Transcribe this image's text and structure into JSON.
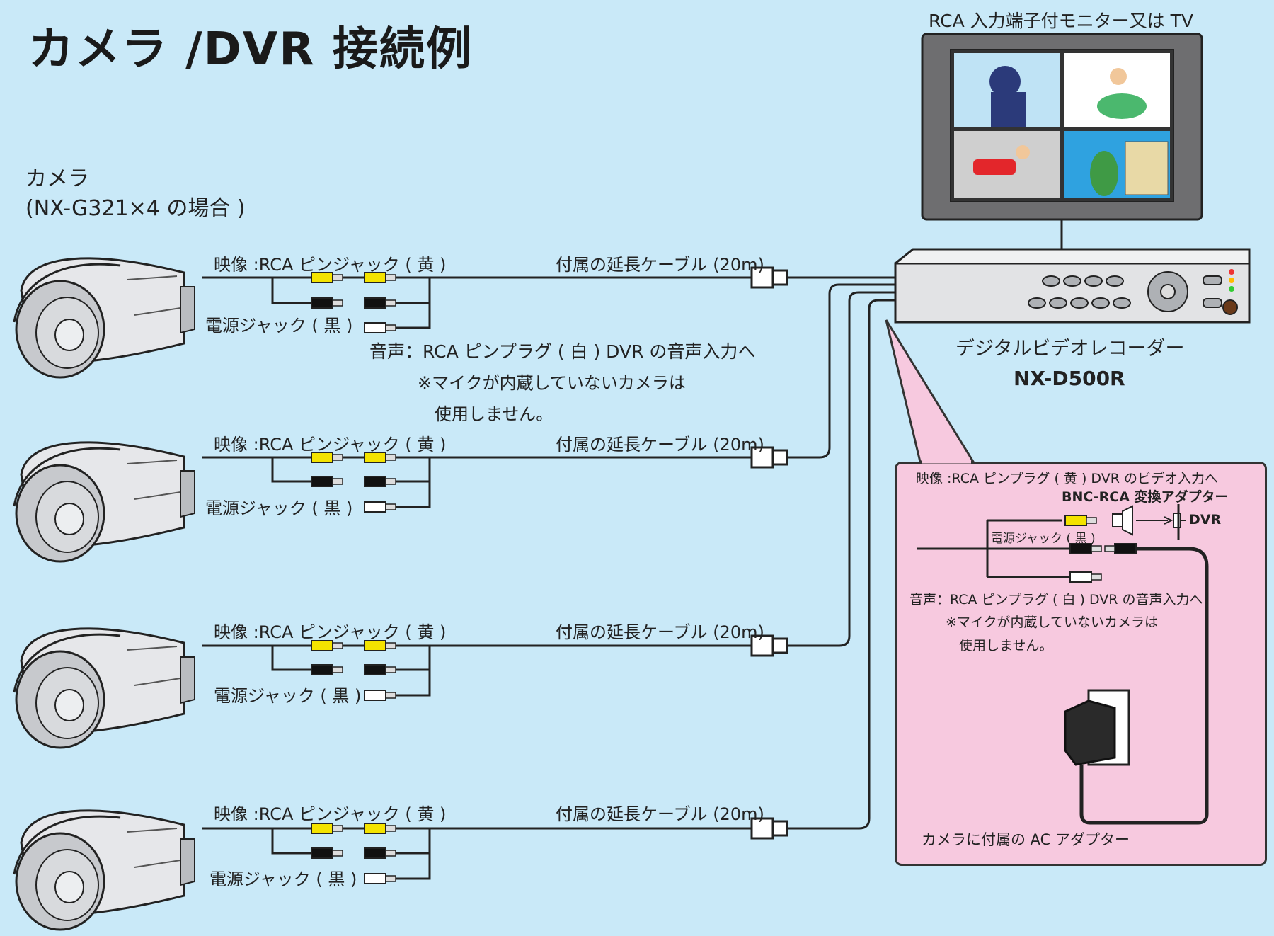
{
  "title": "カメラ /DVR 接続例",
  "camera_heading": {
    "line1": "カメラ",
    "line2": "(NX-G321×4 の場合 )"
  },
  "monitor": {
    "label": "RCA 入力端子付モニター又は TV"
  },
  "dvr": {
    "label": "デジタルビデオレコーダー",
    "model": "NX-D500R"
  },
  "cameras": [
    {
      "video_label": "映像 :RCA ピンジャック ( 黄 )",
      "power_label": "電源ジャック ( 黒 )",
      "cable_label": "付属の延長ケーブル (20m)"
    },
    {
      "video_label": "映像 :RCA ピンジャック ( 黄 )",
      "power_label": "電源ジャック ( 黒 )",
      "cable_label": "付属の延長ケーブル (20m)"
    },
    {
      "video_label": "映像 :RCA ピンジャック ( 黄 )",
      "power_label": "電源ジャック ( 黒 )",
      "cable_label": "付属の延長ケーブル (20m)"
    },
    {
      "video_label": "映像 :RCA ピンジャック ( 黄 )",
      "power_label": "電源ジャック ( 黒 )",
      "cable_label": "付属の延長ケーブル (20m)"
    }
  ],
  "audio_note": {
    "line1": "音声：RCA ピンプラグ ( 白 ) DVR の音声入力へ",
    "line2": "※マイクが内蔵していないカメラは",
    "line3": "使用しません。"
  },
  "inset": {
    "video_label": "映像 :RCA ピンプラグ ( 黄 ) DVR のビデオ入力へ",
    "adapter_label": "BNC-RCA 変換アダプター",
    "dvr_label": "DVR",
    "power_label": "電源ジャック ( 黒 )",
    "audio_line1": "音声：RCA ピンプラグ ( 白 ) DVR の音声入力へ",
    "audio_line2": "※マイクが内蔵していないカメラは",
    "audio_line3": "使用しません。",
    "ac_adapter_label": "カメラに付属の AC アダプター"
  },
  "colors": {
    "background": "#c9e9f8",
    "inset": "#f7c9df",
    "yellow_plug": "#f4e300",
    "black_plug": "#111111",
    "white_plug": "#ffffff"
  }
}
